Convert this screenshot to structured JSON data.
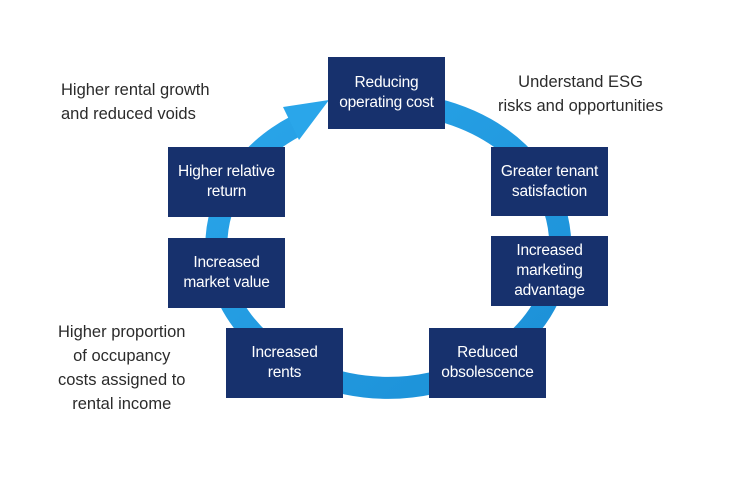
{
  "boxes": {
    "reducing_cost": "Reducing\noperating cost",
    "tenant_satisfaction": "Greater tenant\nsatisfaction",
    "marketing_advantage": "Increased\nmarketing\nadvantage",
    "reduced_obsolescence": "Reduced\nobsolescence",
    "increased_rents": "Increased\nrents",
    "market_value": "Increased\nmarket value",
    "relative_return": "Higher relative\nreturn"
  },
  "notes": {
    "top_left": "Higher rental growth\nand reduced voids",
    "top_right": "Understand ESG\nrisks and opportunities",
    "bottom_left": "Higher proportion\nof occupancy\ncosts assigned to\nrental income"
  },
  "colors": {
    "box_fill": "#17316d",
    "cycle_arrow": "#1f9ae0",
    "box_text": "#ffffff",
    "note_text": "#2b2b2b"
  }
}
